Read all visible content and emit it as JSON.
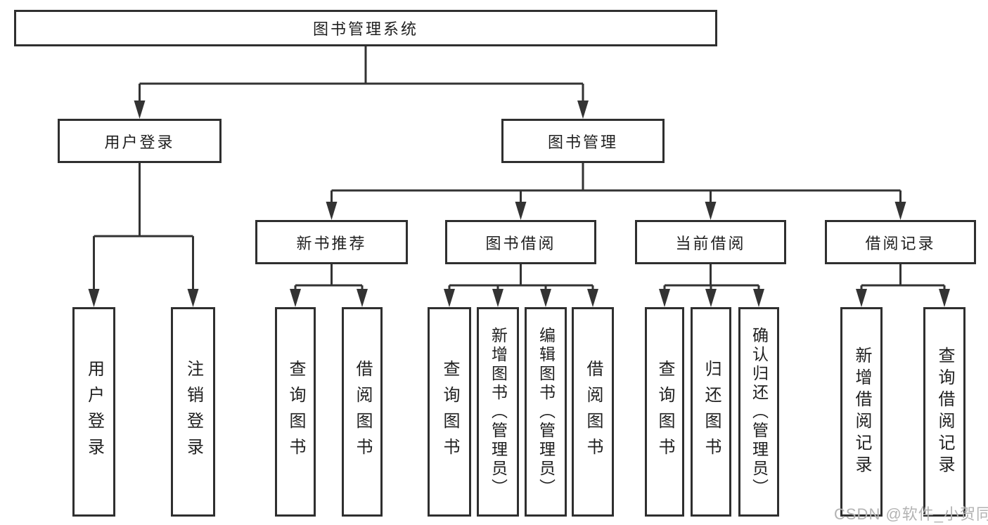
{
  "diagram": {
    "root": {
      "label": "图书管理系统"
    },
    "branches": {
      "user_login": {
        "label": "用户登录",
        "children": {
          "login": {
            "label": "用户登录"
          },
          "logout": {
            "label": "注销登录"
          }
        }
      },
      "book_mgmt": {
        "label": "图书管理",
        "children": {
          "new_book_rec": {
            "label": "新书推荐",
            "children": {
              "query": {
                "label": "查询图书"
              },
              "borrow": {
                "label": "借阅图书"
              }
            }
          },
          "book_borrow": {
            "label": "图书借阅",
            "children": {
              "query": {
                "label": "查询图书"
              },
              "add": {
                "label": "新增图书（管理员）"
              },
              "edit": {
                "label": "编辑图书（管理员）"
              },
              "borrow": {
                "label": "借阅图书"
              }
            }
          },
          "current_borrow": {
            "label": "当前借阅",
            "children": {
              "query": {
                "label": "查询图书"
              },
              "return": {
                "label": "归还图书"
              },
              "confirm_return": {
                "label": "确认归还（管理员）"
              }
            }
          },
          "borrow_records": {
            "label": "借阅记录",
            "children": {
              "add_record": {
                "label": "新增借阅记录"
              },
              "query_record": {
                "label": "查询借阅记录"
              }
            }
          }
        }
      }
    }
  },
  "watermark": {
    "text": "CSDN @软件_小贺同学"
  },
  "colors": {
    "background": "#ffffff",
    "line": "#333333",
    "box_border": "#2f2f2f",
    "text": "#1f1f1f",
    "watermark": "#b3b3b3"
  }
}
